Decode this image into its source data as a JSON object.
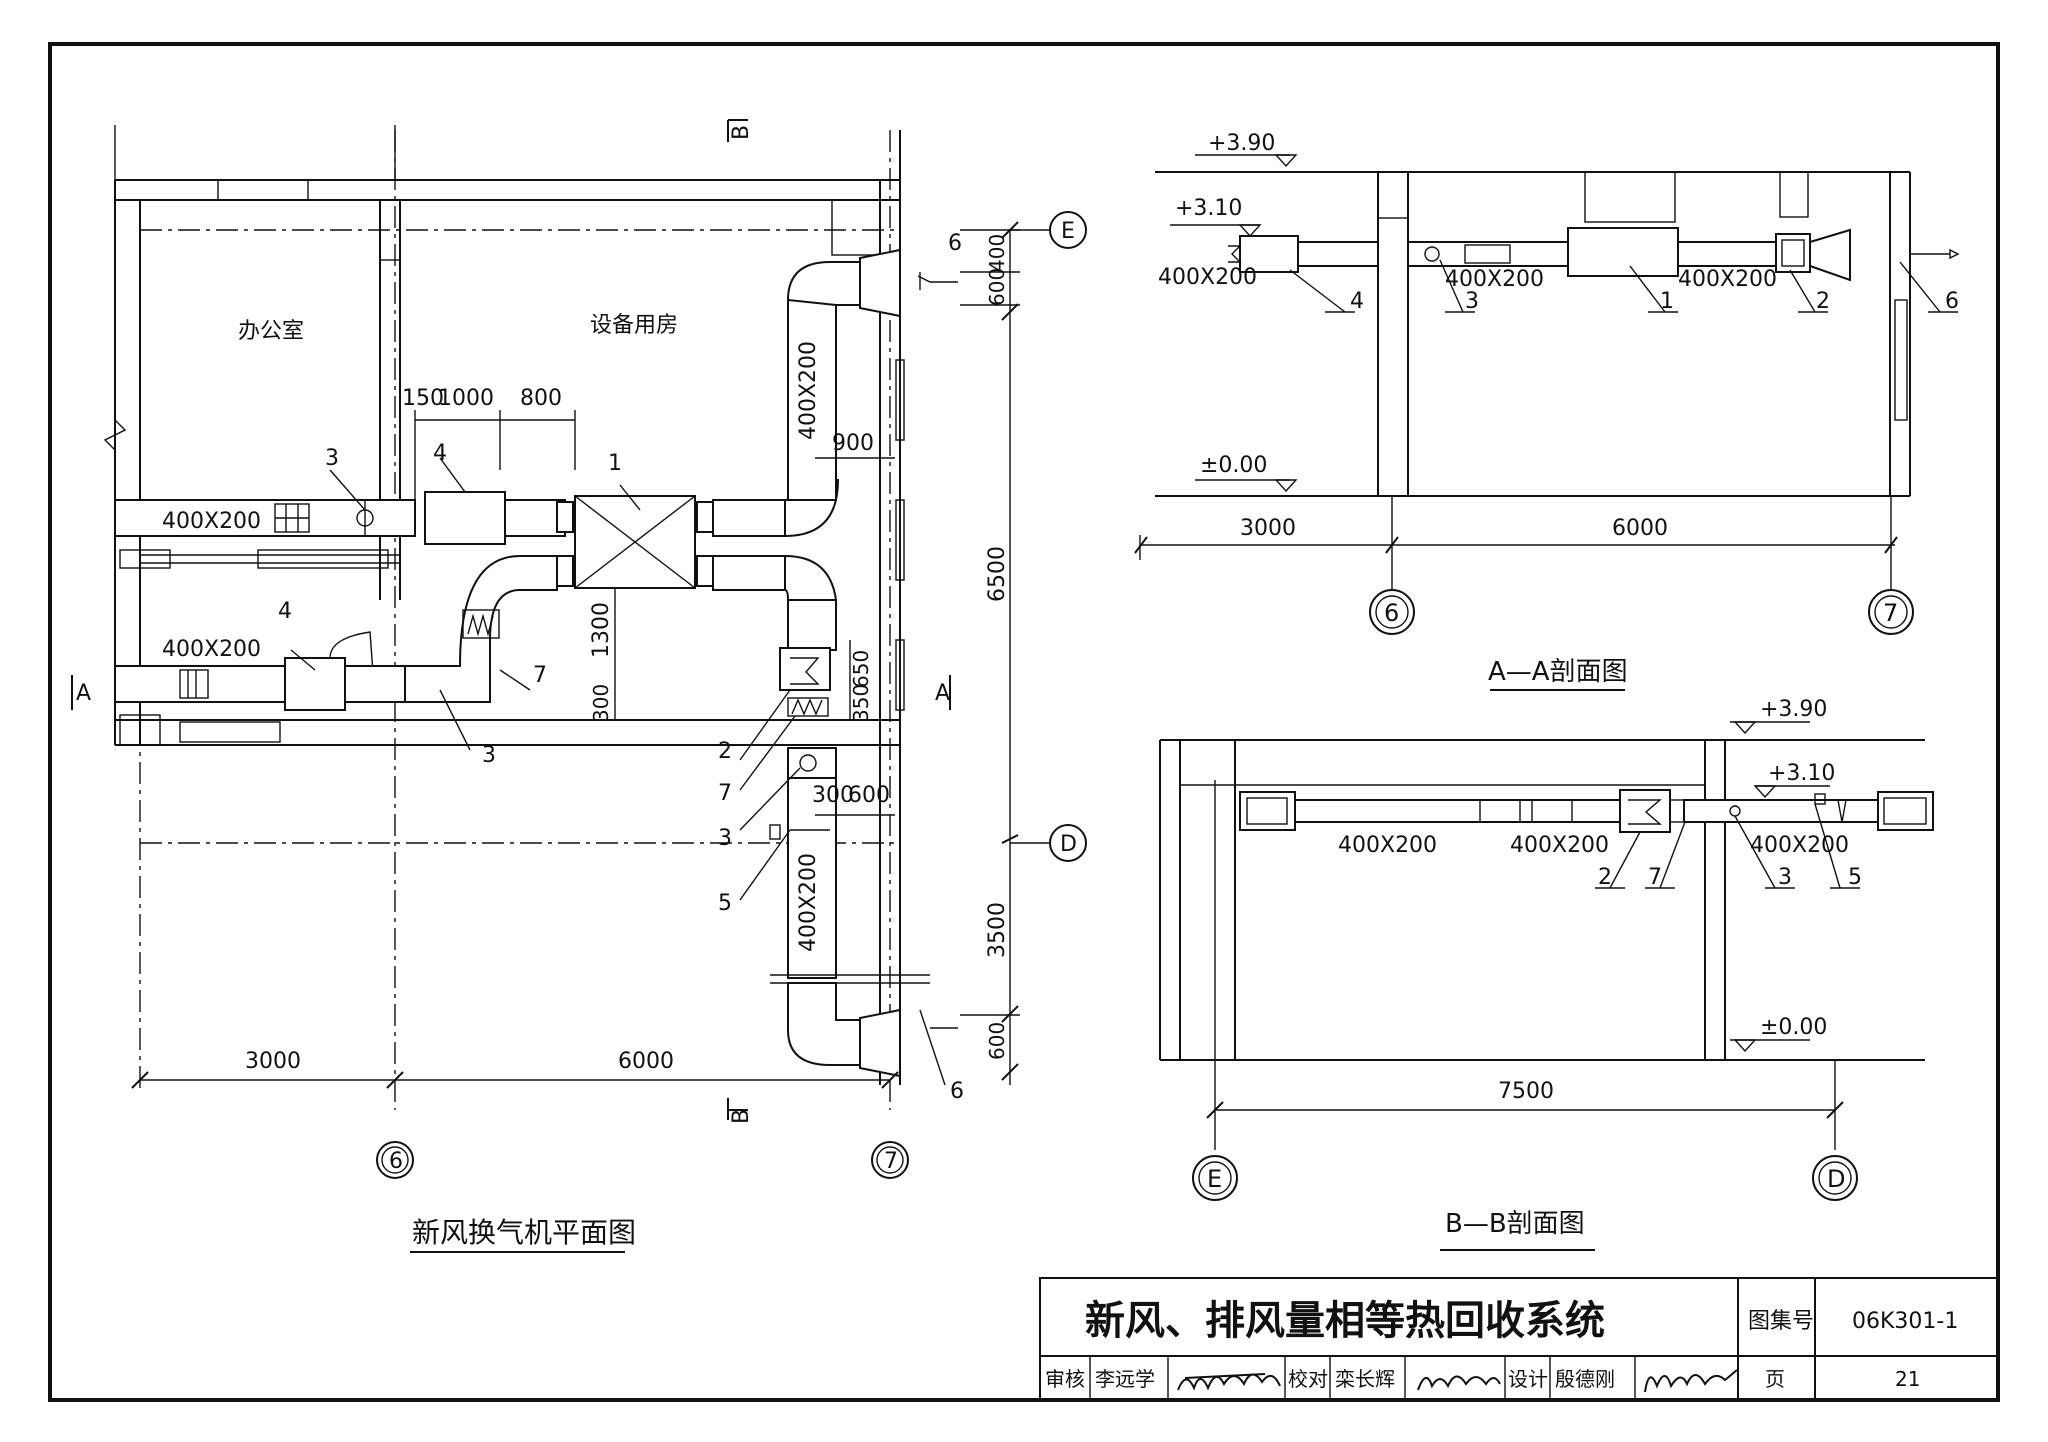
{
  "plan": {
    "room_office": "办公室",
    "room_equipment": "设备用房",
    "title": "新风换气机平面图",
    "dims": {
      "d150": "150",
      "d1000": "1000",
      "d800": "800",
      "d900": "900",
      "d1300": "1300",
      "d300a": "300",
      "d350": "350",
      "d650": "650",
      "d300b": "300",
      "d600a": "600",
      "d400": "400",
      "d600b": "600",
      "d6500": "6500",
      "d3500": "3500",
      "d600c": "600",
      "d3000": "3000",
      "d6000": "6000"
    },
    "ducts": {
      "upper": "400X200",
      "lower": "400X200",
      "vertical_top": "400X200",
      "vertical_bottom": "400X200"
    },
    "labels": {
      "n1": "1",
      "n2": "2",
      "n3a": "3",
      "n3b": "3",
      "n3c": "3",
      "n4a": "4",
      "n4b": "4",
      "n5": "5",
      "n6a": "6",
      "n6b": "6",
      "n7a": "7",
      "n7b": "7"
    },
    "section_marks": {
      "a_left": "A",
      "a_right": "A",
      "b_top": "B",
      "b_bottom": "B"
    },
    "axes": {
      "ax6": "6",
      "ax7": "7",
      "axE": "E",
      "axD": "D"
    }
  },
  "section_aa": {
    "title": "A—A剖面图",
    "elev_top": "+3.90",
    "elev_duct": "+3.10",
    "elev_floor": "±0.00",
    "duct1": "400X200",
    "duct2": "400X200",
    "duct3": "400X200",
    "dim_left": "3000",
    "dim_right": "6000",
    "labels": {
      "n4": "4",
      "n3": "3",
      "n1": "1",
      "n2": "2",
      "n6": "6"
    },
    "axes": {
      "ax6": "6",
      "ax7": "7"
    }
  },
  "section_bb": {
    "title": "B—B剖面图",
    "elev_top": "+3.90",
    "elev_duct": "+3.10",
    "elev_floor": "±0.00",
    "duct1": "400X200",
    "duct2": "400X200",
    "duct3": "400X200",
    "dim": "7500",
    "labels": {
      "n2": "2",
      "n7": "7",
      "n3": "3",
      "n5": "5"
    },
    "axes": {
      "axE": "E",
      "axD": "D"
    }
  },
  "title_block": {
    "title": "新风、排风量相等热回收系统",
    "atlas_label": "图集号",
    "atlas_no": "06K301-1",
    "review_label": "审核",
    "reviewer": "李远学",
    "check_label": "校对",
    "checker": "栾长辉",
    "design_label": "设计",
    "designer": "殷德刚",
    "page_label": "页",
    "page_no": "21"
  }
}
